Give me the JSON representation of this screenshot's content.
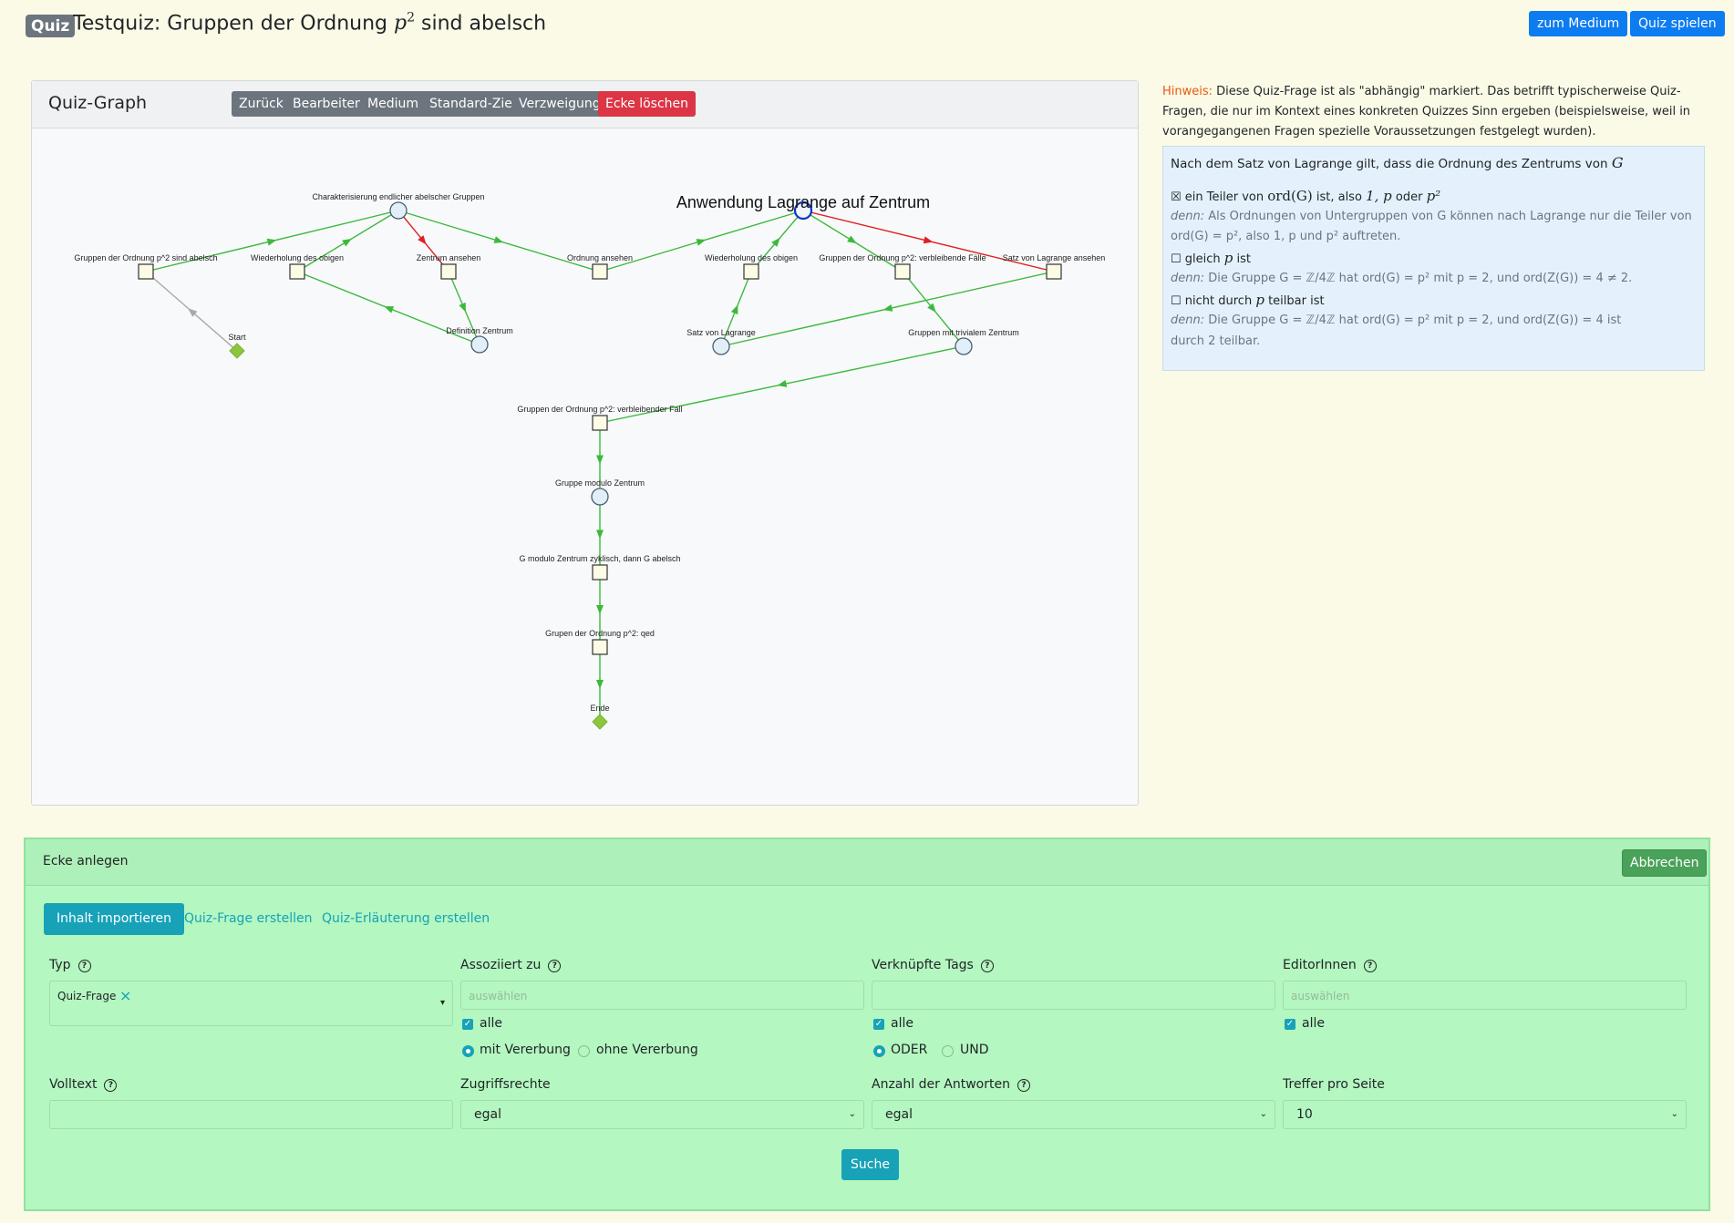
{
  "header": {
    "badge": "Quiz",
    "title_prefix": "Testquiz: Gruppen der Ordnung ",
    "title_math_base": "p",
    "title_math_exp": "2",
    "title_suffix": " sind abelsch",
    "btn_medium": "zum Medium",
    "btn_play": "Quiz spielen"
  },
  "graph": {
    "title": "Quiz-Graph",
    "toolbar": [
      "Zurück",
      "Bearbeiten",
      "Medium",
      "Standard-Ziel",
      "Verzweigung",
      "Ecke löschen"
    ],
    "selected_title": "Anwendung Lagrange auf Zentrum",
    "nodes": [
      {
        "id": "char",
        "label": "Charakterisierung endlicher abelscher Gruppen",
        "shape": "circle"
      },
      {
        "id": "gp2",
        "label": "Gruppen der Ordnung p^2 sind abelsch",
        "shape": "square"
      },
      {
        "id": "wied1",
        "label": "Wiederholung des obigen",
        "shape": "square"
      },
      {
        "id": "zent",
        "label": "Zentrum ansehen",
        "shape": "square"
      },
      {
        "id": "start",
        "label": "Start",
        "shape": "diamond"
      },
      {
        "id": "defz",
        "label": "Definition Zentrum",
        "shape": "circle"
      },
      {
        "id": "ord",
        "label": "Ordnung ansehen",
        "shape": "square"
      },
      {
        "id": "anw",
        "label": "",
        "shape": "circle-selected"
      },
      {
        "id": "wied2",
        "label": "Wiederholung des obigen",
        "shape": "square"
      },
      {
        "id": "gvf",
        "label": "Gruppen der Ordnung p^2: verbleibende Fälle",
        "shape": "square"
      },
      {
        "id": "slag",
        "label": "Satz von Lagrange ansehen",
        "shape": "square"
      },
      {
        "id": "satz",
        "label": "Satz von Lagrange",
        "shape": "circle"
      },
      {
        "id": "triv",
        "label": "Gruppen mit trivialem Zentrum",
        "shape": "circle"
      },
      {
        "id": "vfall",
        "label": "Gruppen der Ordnung p^2: verbleibender Fall",
        "shape": "square"
      },
      {
        "id": "gmz",
        "label": "Gruppe modulo Zentrum",
        "shape": "circle"
      },
      {
        "id": "gzyk",
        "label": "G modulo Zentrum zyklisch, dann G abelsch",
        "shape": "square"
      },
      {
        "id": "qed",
        "label": "Grupen der Ordnung p^2: qed",
        "shape": "square"
      },
      {
        "id": "ende",
        "label": "Ende",
        "shape": "diamond"
      }
    ],
    "edges": [
      {
        "from": "start",
        "to": "gp2",
        "color": "gray"
      },
      {
        "from": "gp2",
        "to": "char",
        "color": "green"
      },
      {
        "from": "wied1",
        "to": "char",
        "color": "green"
      },
      {
        "from": "char",
        "to": "zent",
        "color": "red"
      },
      {
        "from": "char",
        "to": "ord",
        "color": "green"
      },
      {
        "from": "zent",
        "to": "defz",
        "color": "green"
      },
      {
        "from": "defz",
        "to": "wied1",
        "color": "green"
      },
      {
        "from": "ord",
        "to": "anw",
        "color": "green"
      },
      {
        "from": "wied2",
        "to": "anw",
        "color": "green"
      },
      {
        "from": "anw",
        "to": "gvf",
        "color": "green"
      },
      {
        "from": "anw",
        "to": "slag",
        "color": "red"
      },
      {
        "from": "satz",
        "to": "wied2",
        "color": "green"
      },
      {
        "from": "slag",
        "to": "satz",
        "color": "green"
      },
      {
        "from": "gvf",
        "to": "triv",
        "color": "green"
      },
      {
        "from": "triv",
        "to": "vfall",
        "color": "green"
      },
      {
        "from": "vfall",
        "to": "gmz",
        "color": "green"
      },
      {
        "from": "gmz",
        "to": "gzyk",
        "color": "green"
      },
      {
        "from": "gzyk",
        "to": "qed",
        "color": "green"
      },
      {
        "from": "qed",
        "to": "ende",
        "color": "green"
      }
    ]
  },
  "hint": {
    "label": "Hinweis:",
    "text": " Diese Quiz-Frage ist als \"abhängig\" markiert. Das betrifft typischerweise Quiz-Fragen, die nur im Kontext eines konkreten Quizzes Sinn ergeben (beispielsweise, weil in vorangegangenen Fragen spezielle Voraussetzungen festgelegt wurden)."
  },
  "question": {
    "prompt": "Nach dem Satz von Lagrange gilt, dass die Ordnung des Zentrums von ",
    "prompt_math": "G",
    "answers": [
      {
        "checked": true,
        "mark": "☒",
        "text_a": " ein Teiler von ",
        "math_a": "ord(G)",
        "text_b": " ist, also ",
        "math_b": "1, p",
        "text_c": " oder ",
        "math_c": "p²",
        "expl_label": "denn:",
        "expl_line1": " Als Ordnungen von Untergruppen von G können nach Lagrange nur die Teiler von",
        "expl_line2": "ord(G) = p², also 1, p und p² auftreten."
      },
      {
        "checked": false,
        "mark": "☐",
        "text_a": " gleich ",
        "math_a": "p",
        "text_b": " ist",
        "expl_label": "denn:",
        "expl_line1": " Die Gruppe G = ℤ/4ℤ hat ord(G) = p² mit p = 2, und ord(Z(G)) = 4 ≠ 2."
      },
      {
        "checked": false,
        "mark": "☐",
        "text_a": " nicht durch ",
        "math_a": "p",
        "text_b": " teilbar ist",
        "expl_label": "denn:",
        "expl_line1": " Die Gruppe G = ℤ/4ℤ hat ord(G) = p² mit p = 2, und ord(Z(G)) = 4 ist",
        "expl_line2": "durch 2 teilbar."
      }
    ]
  },
  "panel": {
    "title": "Ecke anlegen",
    "cancel": "Abbrechen",
    "tabs": [
      "Inhalt importieren",
      "Quiz-Frage erstellen",
      "Quiz-Erläuterung erstellen"
    ],
    "fields": {
      "typ": {
        "label": "Typ",
        "value": "Quiz-Frage",
        "remove": "×"
      },
      "assoz": {
        "label": "Assoziiert zu",
        "placeholder": "auswählen",
        "check": "alle",
        "radio_on": "mit Vererbung",
        "radio_off": "ohne Vererbung"
      },
      "tags": {
        "label": "Verknüpfte Tags",
        "check": "alle",
        "radio_on": "ODER",
        "radio_off": "UND"
      },
      "editors": {
        "label": "EditorInnen",
        "placeholder": "auswählen",
        "check": "alle"
      },
      "volltext": {
        "label": "Volltext"
      },
      "zugriff": {
        "label": "Zugriffsrechte",
        "value": "egal"
      },
      "anzahl": {
        "label": "Anzahl der Antworten",
        "value": "egal"
      },
      "treffer": {
        "label": "Treffer pro Seite",
        "value": "10"
      }
    },
    "search": "Suche"
  }
}
